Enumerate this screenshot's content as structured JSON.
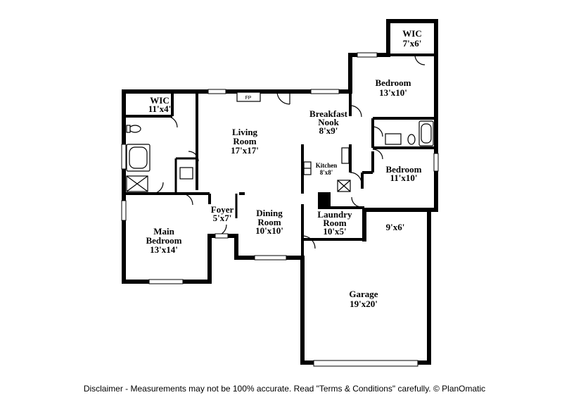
{
  "rooms": {
    "wic_top": {
      "name": "WIC",
      "dim": "7'x6'"
    },
    "bedroom_ne": {
      "name": "Bedroom",
      "dim": "13'x10'"
    },
    "wic_left": {
      "name": "WIC",
      "dim": "11'x4'"
    },
    "living": {
      "name1": "Living",
      "name2": "Room",
      "dim": "17'x17'"
    },
    "nook": {
      "name1": "Breakfast",
      "name2": "Nook",
      "dim": "8'x9'"
    },
    "kitchen": {
      "name": "Kitchen",
      "dim": "8'x8'"
    },
    "bedroom_e": {
      "name": "Bedroom",
      "dim": "11'x10'"
    },
    "foyer": {
      "name": "Foyer",
      "dim": "5'x7'"
    },
    "dining": {
      "name1": "Dining",
      "name2": "Room",
      "dim": "10'x10'"
    },
    "laundry": {
      "name1": "Laundry",
      "name2": "Room",
      "dim": "10'x5'"
    },
    "main_bed": {
      "name1": "Main",
      "name2": "Bedroom",
      "dim": "13'x14'"
    },
    "garage_ext": {
      "dim": "9'x6'"
    },
    "garage": {
      "name": "Garage",
      "dim": "19'x20'"
    }
  },
  "fireplace_label": "FP",
  "disclaimer": "Disclaimer - Measurements may not be 100% accurate. Read \"Terms & Conditions\" carefully. © PlanOmatic"
}
